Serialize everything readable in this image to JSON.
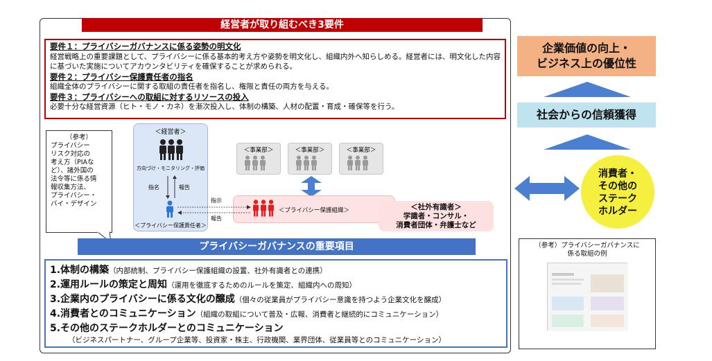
{
  "requirements": {
    "header": "経営者が取り組むべき3要件",
    "items": [
      {
        "title": "要件１：プライバシーガバナンスに係る姿勢の明文化",
        "body": "経営戦略上の重要課題として、プライバシーに係る基本的考え方や姿勢を明文化し、組織内外へ知らしめる。経営者には、明文化した内容に基づいた実施についてアカウンタビリティを確保することが求められる。"
      },
      {
        "title": "要件２：プライバシー保護責任者の指名",
        "body": "組織全体のプライバシーに関する取組の責任者を指名し、権限と責任の両方を与える。"
      },
      {
        "title": "要件３：プライバシーへの取組に対するリソースの投入",
        "body": "必要十分な経営資源（ヒト・モノ・カネ）を漸次投入し、体制の構築、人材の配置・育成・確保等を行う。"
      }
    ]
  },
  "reference": {
    "title": "（参考）",
    "lines": [
      "プライバシー",
      "リスク対応の",
      "考え方（PIAな",
      "ど）、諸外国の",
      "法令等に係る情",
      "報収集方法、",
      "プライバシー・",
      "バイ・デザイン"
    ]
  },
  "diagram": {
    "executive_label": "＜経営者＞",
    "direction_label": "方向づけ・モニタリング・評価",
    "appoint_label": "指名",
    "report_label": "報告",
    "officer_label": "＜プライバシー保護責任者＞",
    "instruct_label": "指示",
    "report_label_2": "報告",
    "dept_label": "＜事業部＞",
    "privacy_org_label": "＜プライバシー保護組織＞",
    "external_title": "＜社外有識者＞",
    "external_line1": "学識者・コンサル・",
    "external_line2": "消費者団体・弁護士など"
  },
  "governance": {
    "header": "プライバシーガバナンスの重要項目",
    "items": [
      {
        "title": "1.体制の構築",
        "note": "（内部統制、プライバシー保護組織の設置、社外有識者との連携）"
      },
      {
        "title": "2.運用ルールの策定と周知",
        "note": "（運用を徹底するためのルールを策定、組織内への周知）"
      },
      {
        "title": "3.企業内のプライバシーに係る文化の醸成",
        "note": "（個々の従業員がプライバシー意識を持つよう企業文化を醸成）"
      },
      {
        "title": "4.消費者とのコミュニケーション",
        "note": "（組織の取組について普及・広報、消費者と継続的にコミュニケーション）"
      },
      {
        "title": "5.その他のステークホルダーとのコミュニケーション",
        "note": ""
      }
    ],
    "item5_sub": "（ビジネスパートナー、グループ企業等、投資家・株主、行政機関、業界団体、従業員等とのコミュニケーション）"
  },
  "right": {
    "value_line1": "企業価値の向上・",
    "value_line2": "ビジネス上の優位性",
    "trust": "社会からの信頼獲得",
    "stake_lines": [
      "消費者・",
      "その他の",
      "ステーク",
      "ホルダー"
    ],
    "example_line1": "（参考）プライバシーガバナンスに",
    "example_line2": "係る取組の例"
  },
  "colors": {
    "red": "#c00000",
    "blue": "#4472c4",
    "orange": "#f4b183",
    "lightblue": "#bfe3ef",
    "yellow": "#f5ef3f"
  }
}
